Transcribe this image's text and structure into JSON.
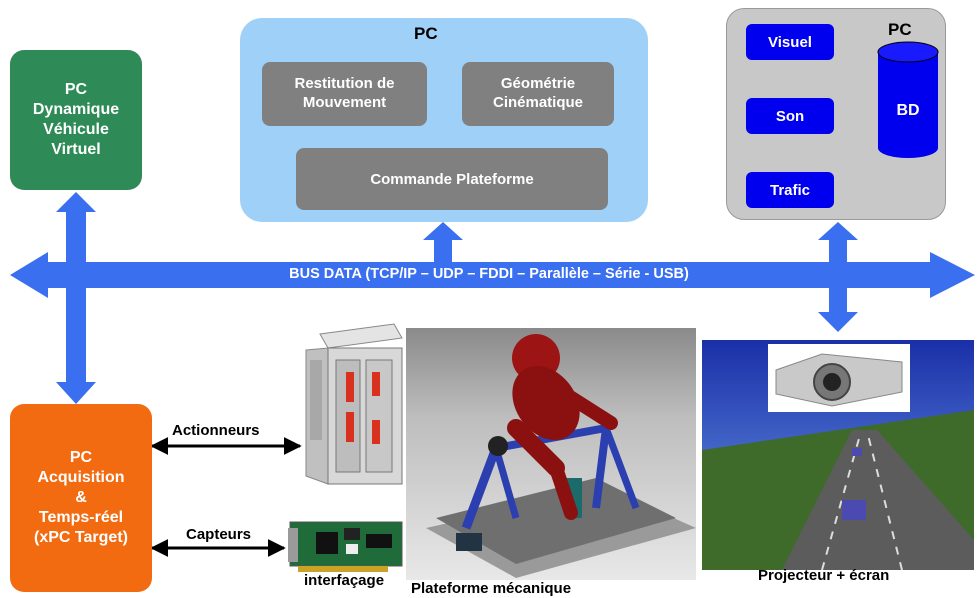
{
  "pc_dynamique": {
    "label": "PC\nDynamique\nVéhicule\nVirtuel",
    "color": "#2e8b57"
  },
  "pc_center": {
    "title": "PC",
    "restitution": "Restitution de\nMouvement",
    "geometrie": "Géométrie\nCinématique",
    "commande": "Commande Plateforme",
    "bg_color": "#9fd0f7",
    "box_color": "#808080"
  },
  "pc_right": {
    "title": "PC",
    "visuel": "Visuel",
    "son": "Son",
    "trafic": "Trafic",
    "bd": "BD",
    "bg_color": "#c8c8c8",
    "box_color": "#0000ee"
  },
  "bus": {
    "label": "BUS DATA  (TCP/IP – UDP – FDDI – Parallèle – Série - USB)",
    "color": "#3a6ff0"
  },
  "pc_acquisition": {
    "label": "PC\nAcquisition\n&\nTemps-réel\n(xPC Target)",
    "color": "#f36b10"
  },
  "links": {
    "actionneurs": "Actionneurs",
    "capteurs": "Capteurs"
  },
  "captions": {
    "interfacage": "interfaçage",
    "plateforme": "Plateforme mécanique",
    "projecteur": "Projecteur + écran"
  }
}
